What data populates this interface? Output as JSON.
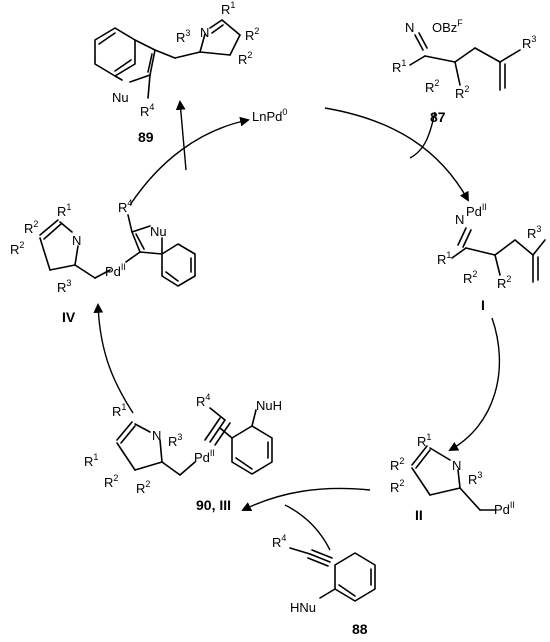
{
  "catalyst": {
    "label": "LnPd",
    "sup": "0"
  },
  "compounds": {
    "c89": "89",
    "c87": "87",
    "cI": "I",
    "cII": "II",
    "c90": "90, III",
    "cIV": "IV",
    "c88": "88"
  },
  "atoms": {
    "R1": "R",
    "R1s": "1",
    "R2": "R",
    "R2s": "2",
    "R3": "R",
    "R3s": "3",
    "R4": "R",
    "R4s": "4",
    "N": "N",
    "Nu": "Nu",
    "NuH": "NuH",
    "HNu": "HNu",
    "OBz": "OBz",
    "OBzs": "F",
    "Pd": "Pd",
    "Pds": "II"
  }
}
